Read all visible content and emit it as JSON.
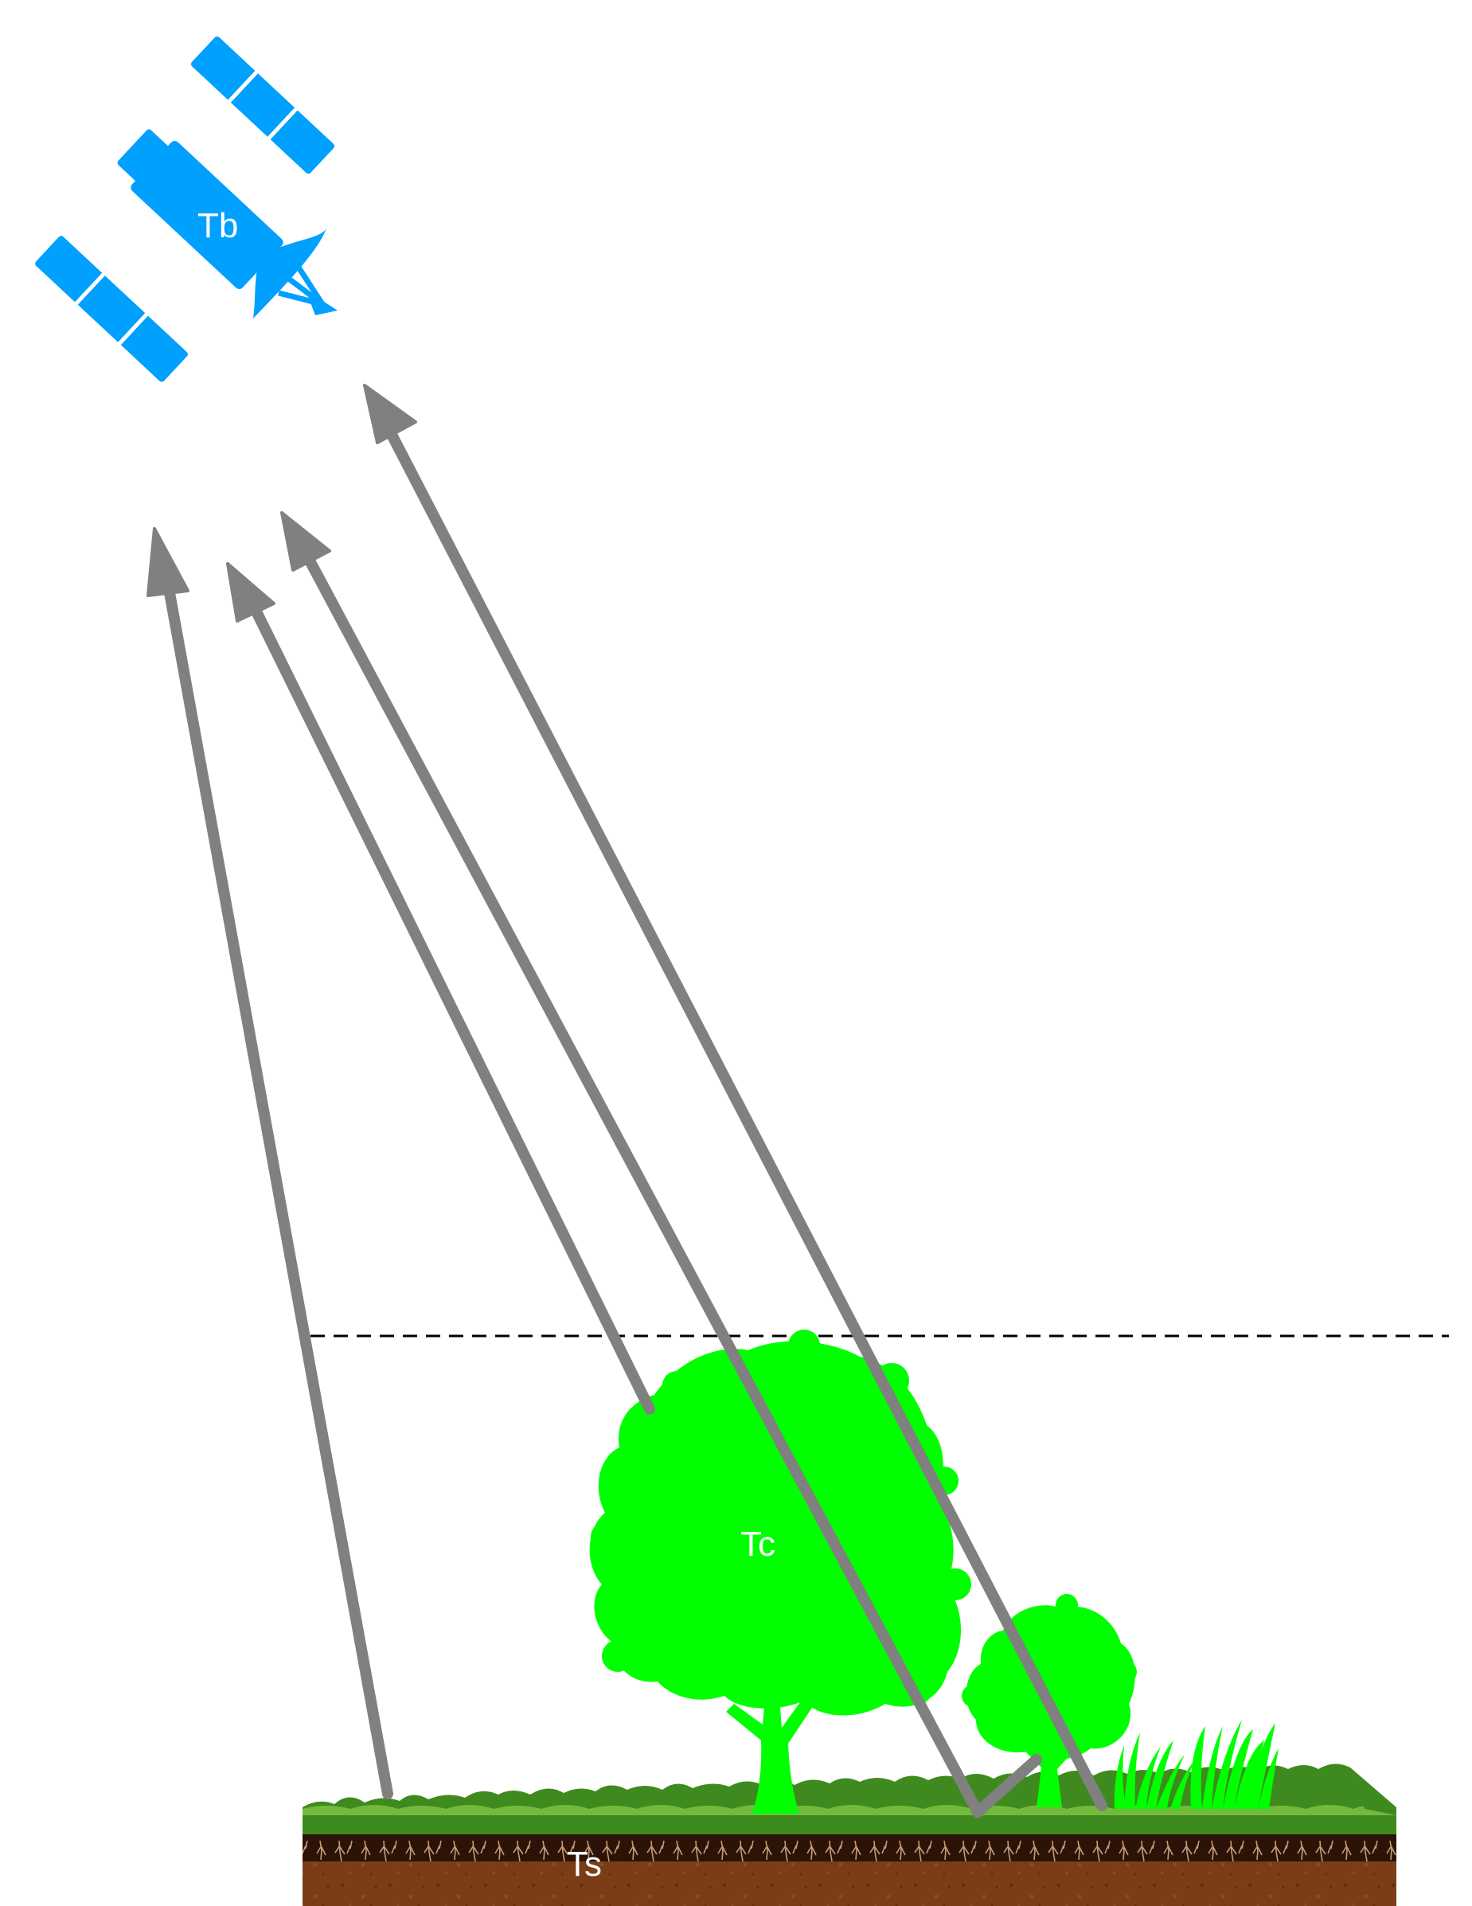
{
  "labels": {
    "satellite": "Tb",
    "canopy": "Tc",
    "soil": "Ts"
  },
  "colors": {
    "satellite": "#00a0ff",
    "tree": "#00ff00",
    "arrow": "#808080",
    "grass": "#3f8a1e",
    "grass_light": "#7cc242",
    "soil_dark": "#2b1407",
    "soil": "#7a3d16",
    "roots": "#b08060",
    "dashed_line": "#000000"
  },
  "icons": {
    "satellite": "satellite-icon",
    "large_tree": "tree-icon",
    "small_tree": "tree-icon",
    "grass": "grass-icon",
    "soil": "soil-layer"
  }
}
